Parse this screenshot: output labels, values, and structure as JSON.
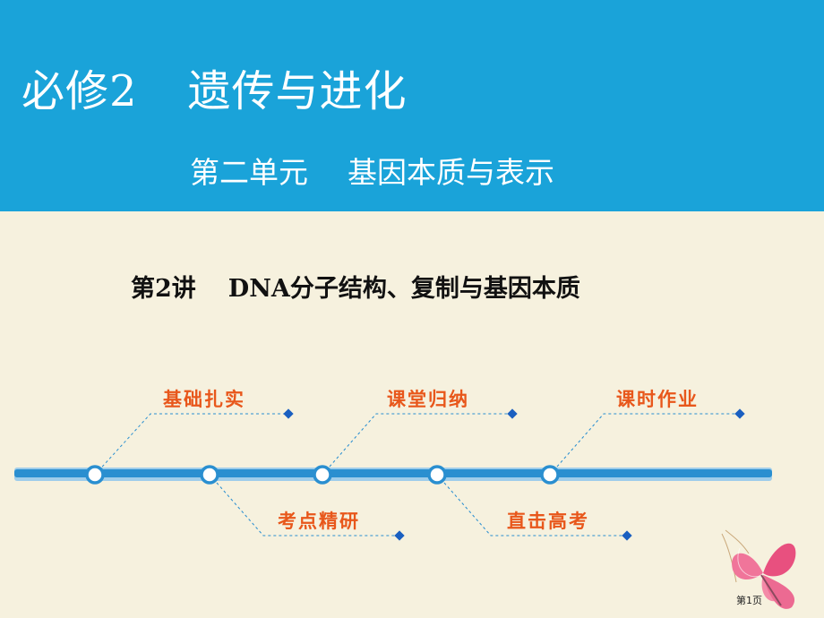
{
  "header": {
    "course": "必修2",
    "course_title": "遗传与进化",
    "unit": "第二单元",
    "unit_title": "基因本质与表示"
  },
  "lecture": {
    "number": "第2讲",
    "title": "DNA分子结构、复制与基因本质"
  },
  "nav": {
    "items": [
      {
        "label": "基础扎实"
      },
      {
        "label": "考点精研"
      },
      {
        "label": "课堂归纳"
      },
      {
        "label": "直击高考"
      },
      {
        "label": "课时作业"
      }
    ]
  },
  "footer": {
    "page": "第1页"
  },
  "colors": {
    "banner": "#1aa3d9",
    "background": "#f6f1de",
    "timeline": "#2a8fd0",
    "label": "#e8571b",
    "marker": "#1a5fc0"
  },
  "icons": {
    "decoration": "butterfly-icon"
  }
}
